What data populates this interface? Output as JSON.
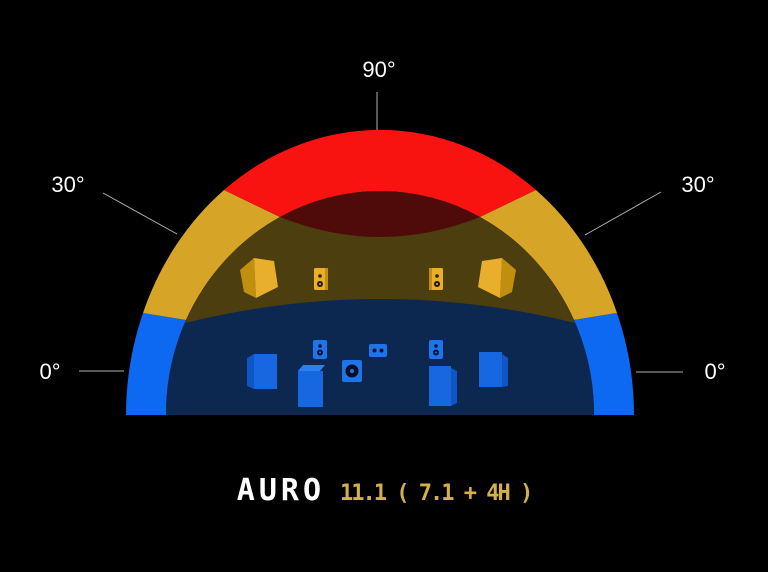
{
  "labels": {
    "top_angle": "90°",
    "left_height_angle": "30°",
    "right_height_angle": "30°",
    "left_ear_angle": "0°",
    "right_ear_angle": "0°"
  },
  "caption": {
    "brand": "AURO",
    "config": "11.1 ( 7.1 + 4H )"
  },
  "colors": {
    "background": "#000000",
    "band_top": "#f91310",
    "band_height": "#d6a426",
    "band_ear": "#0e69f2",
    "dome_top_inner": "#4e0b09",
    "dome_height_inner": "#4c3e0e",
    "dome_ear_inner": "#0c2750",
    "speaker_gold": "#e9ae2b",
    "speaker_gold_dark": "#c18f10",
    "speaker_blue": "#1767e0",
    "speaker_blue_light": "#1e74e9",
    "speaker_blue_dark": "#0f55c4",
    "speaker_blue_top": "#2b7ff0",
    "label_text": "#ffffff",
    "caption_accent": "#d4b04a",
    "callout_line": "#cfcfcf"
  },
  "speakers": {
    "height_layer": [
      "height-left",
      "height-front-left",
      "height-front-right",
      "height-right"
    ],
    "ear_layer": [
      "surround-left",
      "front-left",
      "rear-left",
      "subwoofer",
      "center",
      "rear-right",
      "front-right",
      "surround-right"
    ]
  }
}
